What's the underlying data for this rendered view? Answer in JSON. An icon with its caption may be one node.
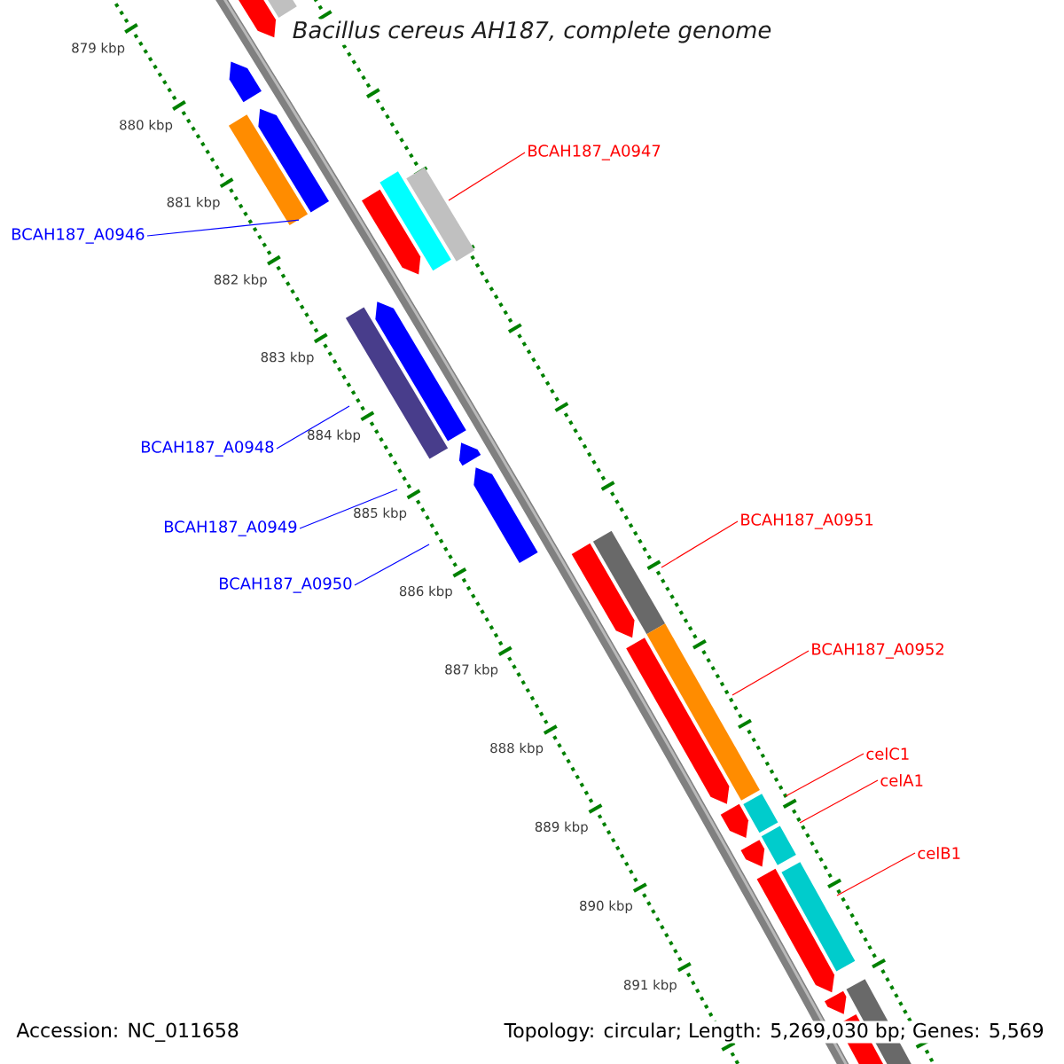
{
  "diagram": {
    "title": "Bacillus cereus AH187, complete genome",
    "nodes": [
      {
        "text": [
          "BCAH187_A0947"
        ]
      },
      {
        "text": [
          "BCAH187_A0946"
        ]
      },
      {
        "text": [
          "BCAH187_A0948"
        ]
      },
      {
        "text": [
          "BCAH187_A0951"
        ]
      },
      {
        "text": [
          "BCAH187_A0949"
        ]
      },
      {
        "text": [
          "BCAH187_A0950"
        ]
      },
      {
        "text": [
          "BCAH187_A0952"
        ]
      },
      {
        "text": [
          "celC1"
        ]
      },
      {
        "text": [
          "celA1"
        ]
      },
      {
        "text": [
          "celB1"
        ]
      },
      {
        "text": [],
        "shape": "bar"
      }
    ],
    "edges": [
      {
        "from": 0,
        "to": null,
        "arrow": "none"
      },
      {
        "from": 1,
        "to": 10,
        "arrow": "none",
        "color": "#0000ff"
      },
      {
        "from": 2,
        "to": null,
        "arrow": "none",
        "color": "#0000ff"
      },
      {
        "from": 3,
        "to": null,
        "arrow": "none"
      },
      {
        "from": 4,
        "to": null,
        "arrow": "none",
        "color": "#0000ff"
      },
      {
        "from": 5,
        "to": null,
        "arrow": "none",
        "color": "#0000ff"
      },
      {
        "from": 6,
        "to": null,
        "arrow": "none"
      },
      {
        "from": 7,
        "to": null,
        "arrow": "none"
      },
      {
        "from": 8,
        "to": null,
        "arrow": "none"
      },
      {
        "from": 9,
        "to": null,
        "arrow": "none"
      }
    ],
    "labels": [
      "879 kbp",
      "880 kbp",
      "881 kbp",
      "882 kbp",
      "883 kbp",
      "884 kbp",
      "885 kbp",
      "886 kbp",
      "887 kbp",
      "888 kbp",
      "889 kbp",
      "890 kbp",
      "891 kbp",
      "Accession: NC_011658",
      "Topology: circular; Length: 5,269,030 bp; Genes: 5,569"
    ]
  }
}
